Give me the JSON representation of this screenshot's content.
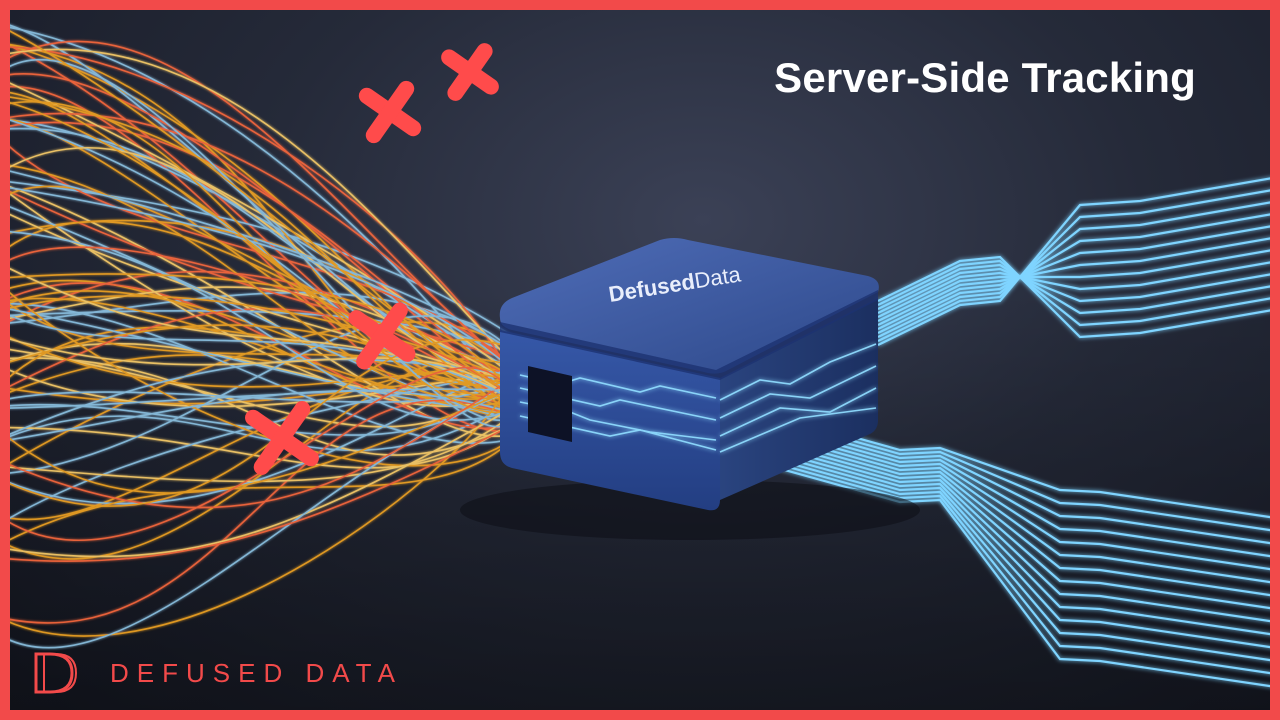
{
  "title": "Server-Side Tracking",
  "device": {
    "brand_bold": "Defused",
    "brand_light": "Data"
  },
  "logo": {
    "text": "DEFUSED DATA"
  },
  "colors": {
    "border": "#f24a4a",
    "background": "#252a39",
    "device": "#3d5aa0",
    "clean_lines": "#7fd4ff",
    "messy_lines": [
      "#f5a623",
      "#ff6a3d",
      "#ffd16b",
      "#8fc7e8"
    ],
    "blocked_marks": "#ff4b4b"
  },
  "icons": [
    "blocked-x-icon",
    "defused-data-logo-icon"
  ]
}
